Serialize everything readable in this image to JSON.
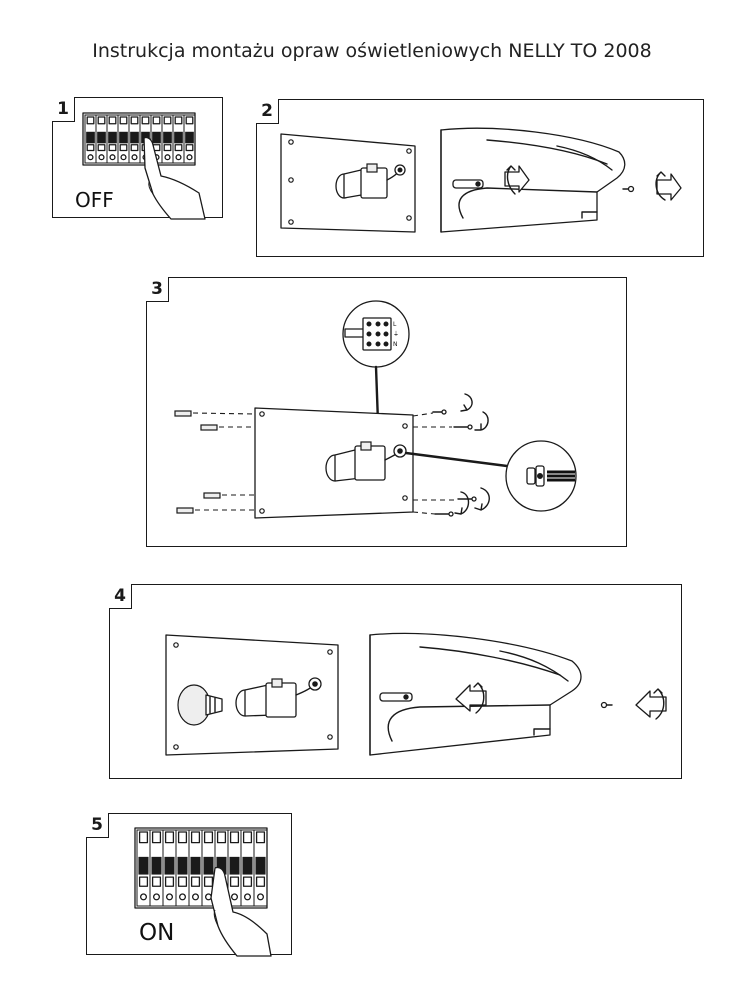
{
  "title": "Instrukcja montażu opraw oświetleniowych NELLY TO 2008",
  "steps": [
    {
      "number": "1",
      "caption": "OFF"
    },
    {
      "number": "2",
      "caption": ""
    },
    {
      "number": "3",
      "caption": ""
    },
    {
      "number": "4",
      "caption": ""
    },
    {
      "number": "5",
      "caption": "ON"
    }
  ],
  "terminal_labels": [
    "L",
    "⏚",
    "N"
  ],
  "icons": [
    "circuit-breaker-icon",
    "hand-icon",
    "wall-plate-icon",
    "lamp-socket-icon",
    "lamp-shade-icon",
    "rotate-arrow-icon",
    "screw-icon",
    "wall-plug-icon",
    "light-bulb-icon",
    "terminal-block-icon",
    "cable-grommet-icon"
  ]
}
